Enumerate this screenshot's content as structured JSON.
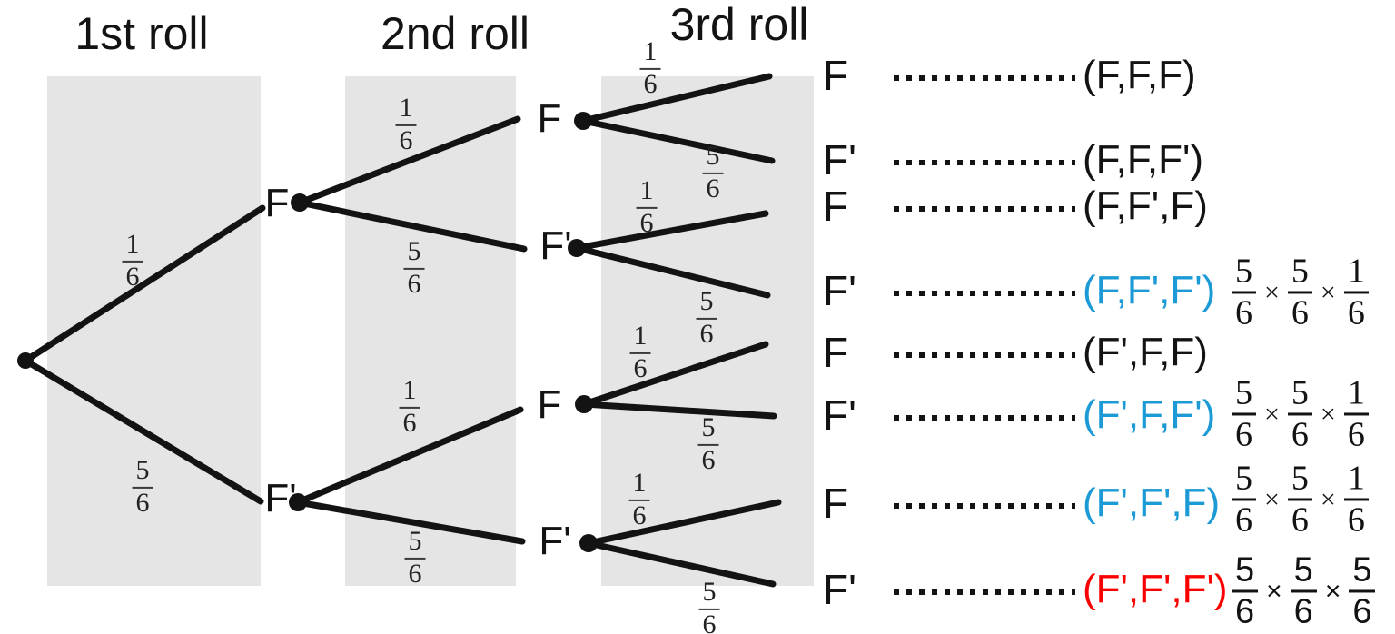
{
  "columns": [
    {
      "title": "1st roll"
    },
    {
      "title": "2nd roll"
    },
    {
      "title": "3rd roll"
    }
  ],
  "nodes": {
    "level1": [
      "F",
      "F'"
    ],
    "level2": [
      "F",
      "F'",
      "F",
      "F'"
    ]
  },
  "branch_probs": {
    "l1": [
      {
        "num": "1",
        "den": "6"
      },
      {
        "num": "5",
        "den": "6"
      }
    ],
    "l2": [
      {
        "num": "1",
        "den": "6"
      },
      {
        "num": "5",
        "den": "6"
      },
      {
        "num": "1",
        "den": "6"
      },
      {
        "num": "5",
        "den": "6"
      }
    ],
    "l3": [
      {
        "num": "1",
        "den": "6"
      },
      {
        "num": "5",
        "den": "6"
      },
      {
        "num": "1",
        "den": "6"
      },
      {
        "num": "5",
        "den": "6"
      },
      {
        "num": "1",
        "den": "6"
      },
      {
        "num": "5",
        "den": "6"
      },
      {
        "num": "1",
        "den": "6"
      },
      {
        "num": "5",
        "den": "6"
      }
    ]
  },
  "outcomes": [
    {
      "letter": "F",
      "tuple": "(F,F,F)",
      "color": "black"
    },
    {
      "letter": "F'",
      "tuple": "(F,F,F')",
      "color": "black"
    },
    {
      "letter": "F",
      "tuple": "(F,F',F)",
      "color": "black"
    },
    {
      "letter": "F'",
      "tuple": "(F,F',F')",
      "color": "blue",
      "product": [
        {
          "num": "5",
          "den": "6"
        },
        {
          "num": "5",
          "den": "6"
        },
        {
          "num": "1",
          "den": "6"
        }
      ]
    },
    {
      "letter": "F",
      "tuple": "(F',F,F)",
      "color": "black"
    },
    {
      "letter": "F'",
      "tuple": "(F',F,F')",
      "color": "blue",
      "product": [
        {
          "num": "5",
          "den": "6"
        },
        {
          "num": "5",
          "den": "6"
        },
        {
          "num": "1",
          "den": "6"
        }
      ]
    },
    {
      "letter": "F",
      "tuple": "(F',F',F)",
      "color": "blue",
      "product": [
        {
          "num": "5",
          "den": "6"
        },
        {
          "num": "5",
          "den": "6"
        },
        {
          "num": "1",
          "den": "6"
        }
      ]
    },
    {
      "letter": "F'",
      "tuple": "(F',F',F')",
      "color": "red",
      "product": [
        {
          "num": "5",
          "den": "6"
        },
        {
          "num": "5",
          "den": "6"
        },
        {
          "num": "5",
          "den": "6"
        }
      ]
    }
  ],
  "symbols": {
    "times": "×"
  },
  "colors": {
    "outcome_blue": "#1b9ad6",
    "outcome_red": "#fb0000",
    "band_gray": "#e5e5e5",
    "line_black": "#131313"
  }
}
